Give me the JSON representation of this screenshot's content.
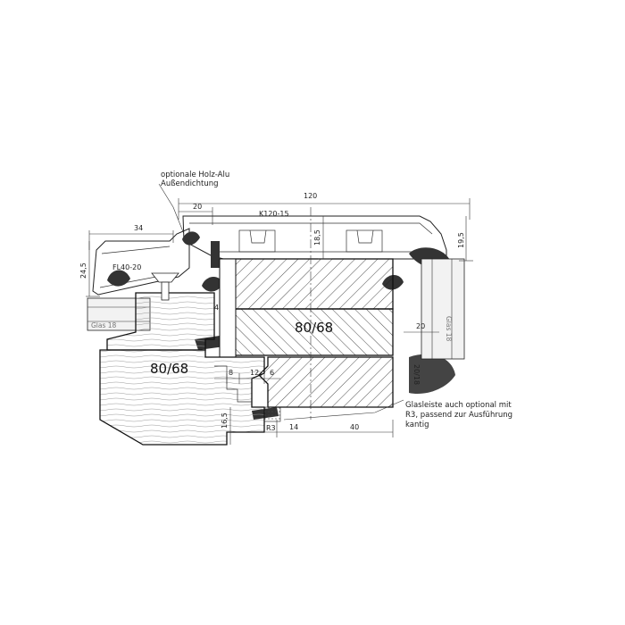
{
  "notes": {
    "outer_seal_line1": "optionale Holz-Alu",
    "outer_seal_line2": "Außendichtung",
    "glazing_bead_line1": "Glasleiste auch optional mit",
    "glazing_bead_line2": "R3, passend zur Ausführung",
    "glazing_bead_line3": "kantig"
  },
  "profiles": {
    "cladding_top": "K120-15",
    "cladding_left": "FL40-20",
    "glass_left": "Glas 18",
    "glass_right": "Glas 18",
    "wood_sash": "80/68",
    "wood_frame": "80/68",
    "radius": "R3"
  },
  "dimensions": {
    "d120": "120",
    "d34": "34",
    "d20_top": "20",
    "d18_5": "18,5",
    "d19_5": "19,5",
    "d24_5": "24,5",
    "d20_right": "20",
    "d20_18": "20/18",
    "d8": "8",
    "d12": "12",
    "d6": "6",
    "d16_5": "16,5",
    "d14": "14",
    "d40": "40",
    "d4": "4"
  }
}
